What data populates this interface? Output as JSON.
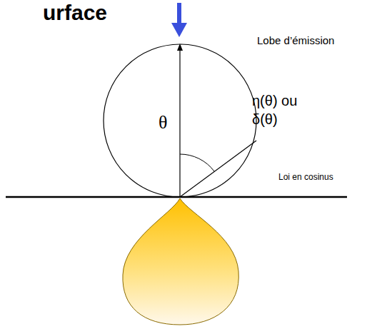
{
  "diagram": {
    "title": "urface",
    "labels": [
      "Lobe d’émission",
      "θ",
      "η(θ) ou δ(θ)",
      "Loi en cosinus"
    ]
  }
}
